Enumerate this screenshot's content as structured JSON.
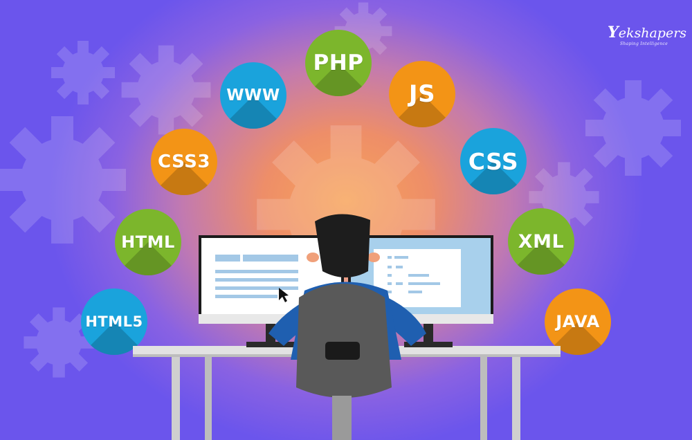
{
  "brand": {
    "name": "ekshapers",
    "mark": "Y",
    "tagline": "Shaping Intelligence"
  },
  "badges": [
    {
      "id": "php",
      "label": "PHP",
      "color": "green"
    },
    {
      "id": "www",
      "label": "WWW",
      "color": "blue"
    },
    {
      "id": "js",
      "label": "JS",
      "color": "orange"
    },
    {
      "id": "css3",
      "label": "CSS3",
      "color": "orange"
    },
    {
      "id": "css",
      "label": "CSS",
      "color": "blue"
    },
    {
      "id": "html",
      "label": "HTML",
      "color": "green"
    },
    {
      "id": "xml",
      "label": "XML",
      "color": "green"
    },
    {
      "id": "html5",
      "label": "HTML5",
      "color": "blue"
    },
    {
      "id": "java",
      "label": "JAVA",
      "color": "orange"
    }
  ],
  "colors": {
    "green": "#7cb62c",
    "orange": "#f39416",
    "blue": "#1aa3dc",
    "monitor_frame": "#1b1b1b",
    "desk": "#d9d9d9",
    "chair": "#595959"
  },
  "scene": {
    "subject": "developer-at-desk",
    "icons": [
      "gear-icon",
      "cursor-icon"
    ]
  }
}
